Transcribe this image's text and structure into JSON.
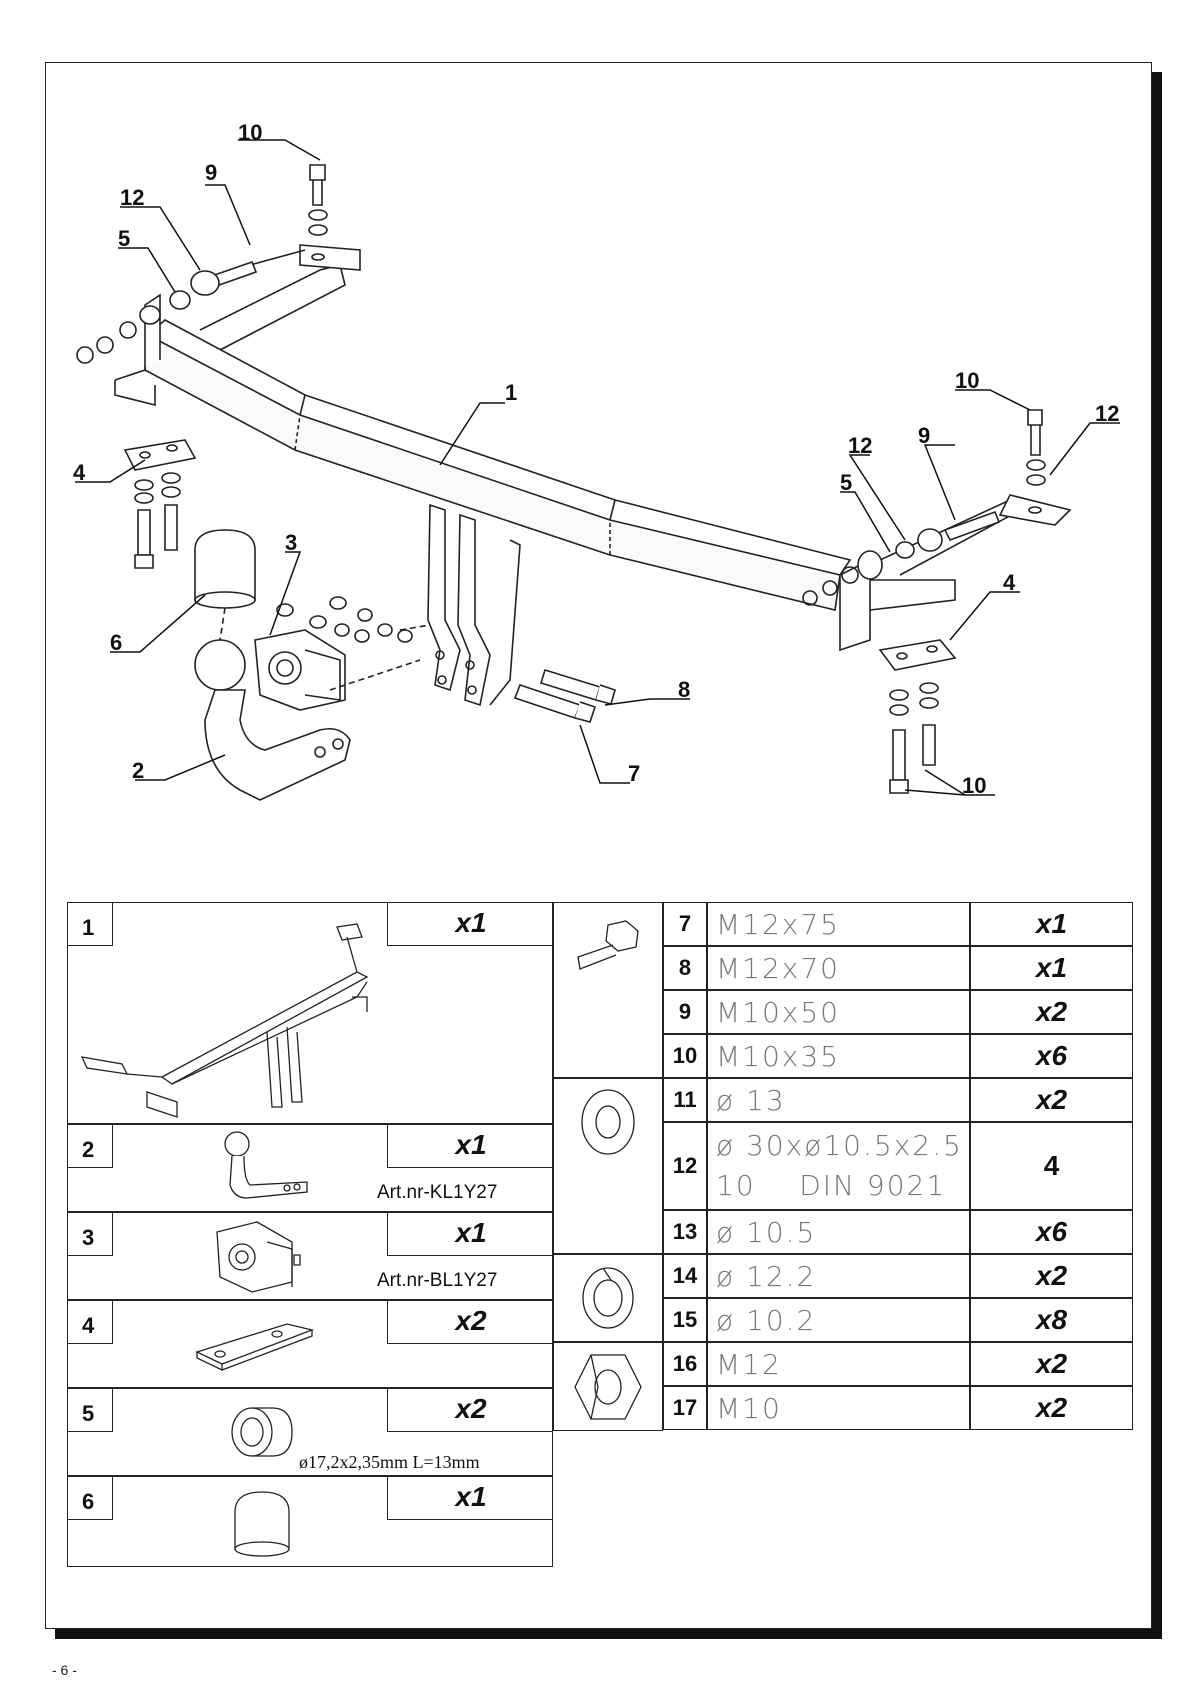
{
  "diagram": {
    "callouts": [
      "10",
      "9",
      "12",
      "5",
      "4",
      "6",
      "3",
      "2",
      "1",
      "8",
      "7",
      "10",
      "12",
      "9",
      "12",
      "5",
      "4",
      "10"
    ]
  },
  "left_table": [
    {
      "num": "1",
      "qty": "x1",
      "art": ""
    },
    {
      "num": "2",
      "qty": "x1",
      "art": "Art.nr-KL1Y27"
    },
    {
      "num": "3",
      "qty": "x1",
      "art": "Art.nr-BL1Y27"
    },
    {
      "num": "4",
      "qty": "x2",
      "art": ""
    },
    {
      "num": "5",
      "qty": "x2",
      "art": "ø17,2x2,35mm L=13mm"
    },
    {
      "num": "6",
      "qty": "x1",
      "art": ""
    }
  ],
  "right_table": [
    {
      "num": "7",
      "spec": "M12x75",
      "qty": "x1"
    },
    {
      "num": "8",
      "spec": "M12x70",
      "qty": "x1"
    },
    {
      "num": "9",
      "spec": "M10x50",
      "qty": "x2"
    },
    {
      "num": "10",
      "spec": "M10x35",
      "qty": "x6"
    },
    {
      "num": "11",
      "spec": "ø 13",
      "qty": "x2"
    },
    {
      "num": "12",
      "spec": "ø 30xø10.5x2.5",
      "spec2": "10    DIN 9021",
      "qty": "4"
    },
    {
      "num": "13",
      "spec": "ø 10.5",
      "qty": "x6"
    },
    {
      "num": "14",
      "spec": "ø 12.2",
      "qty": "x2"
    },
    {
      "num": "15",
      "spec": "ø 10.2",
      "qty": "x8"
    },
    {
      "num": "16",
      "spec": "M12",
      "qty": "x2"
    },
    {
      "num": "17",
      "spec": "M10",
      "qty": "x2"
    }
  ],
  "footer": {
    "page_number": "- 6 -"
  }
}
